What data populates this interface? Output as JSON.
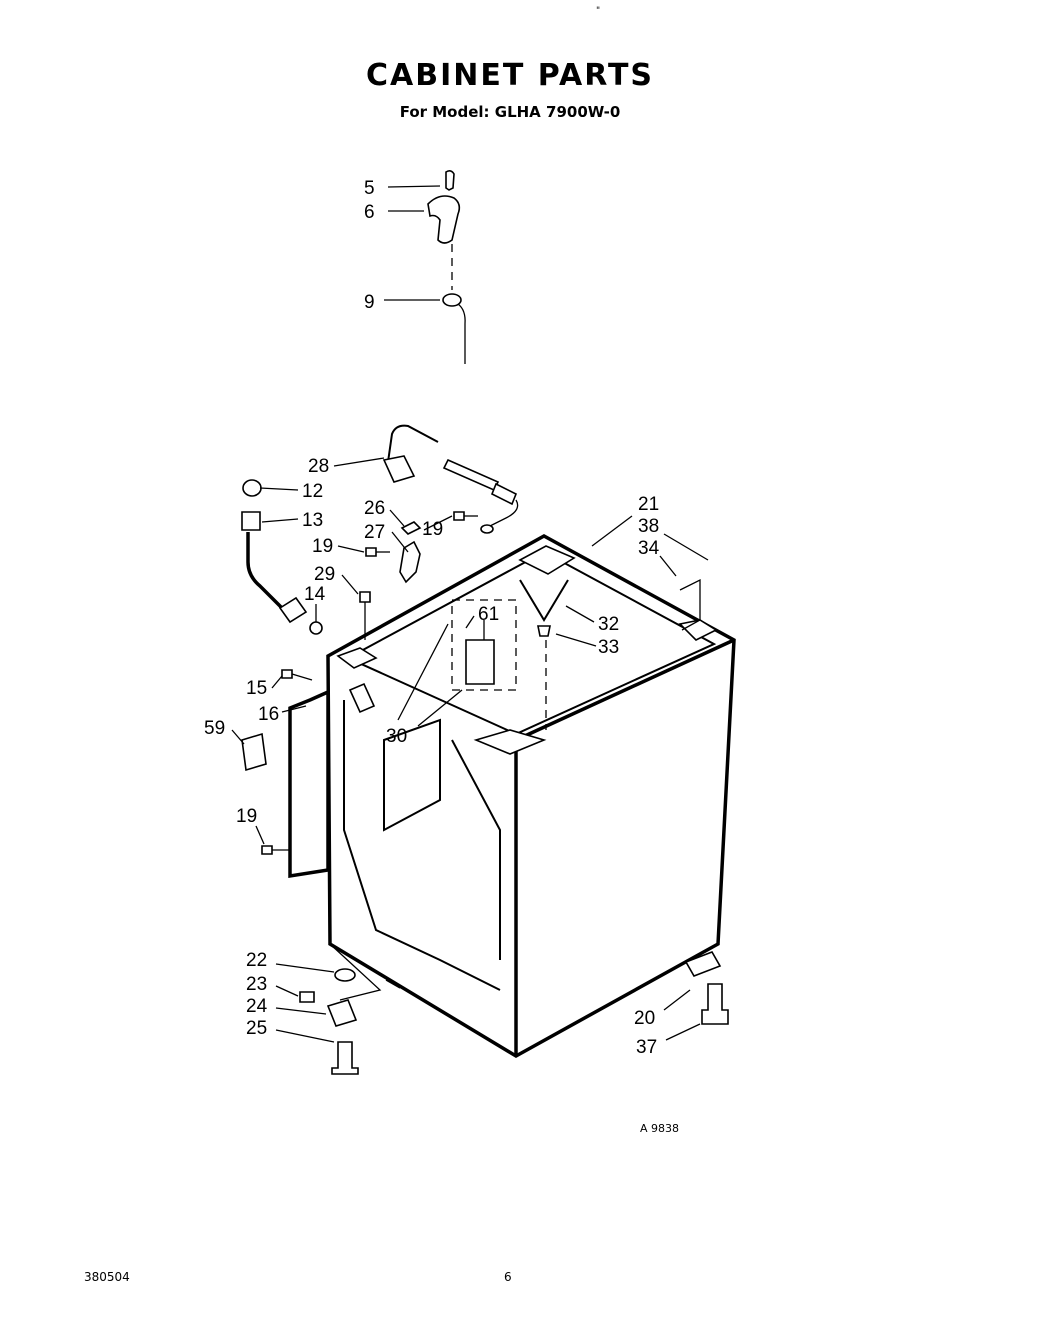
{
  "header": {
    "title": "CABINET PARTS",
    "subtitle": "For Model: GLHA 7900W-0",
    "corner_mark": "\""
  },
  "diagram": {
    "callouts": [
      "5",
      "6",
      "9",
      "28",
      "12",
      "13",
      "26",
      "27",
      "19",
      "19",
      "29",
      "14",
      "61",
      "15",
      "16",
      "30",
      "59",
      "19",
      "21",
      "38",
      "34",
      "32",
      "33",
      "22",
      "23",
      "24",
      "25",
      "20",
      "37"
    ]
  },
  "footer": {
    "figure_code": "A 9838",
    "doc_code": "380504",
    "page_number": "6"
  }
}
